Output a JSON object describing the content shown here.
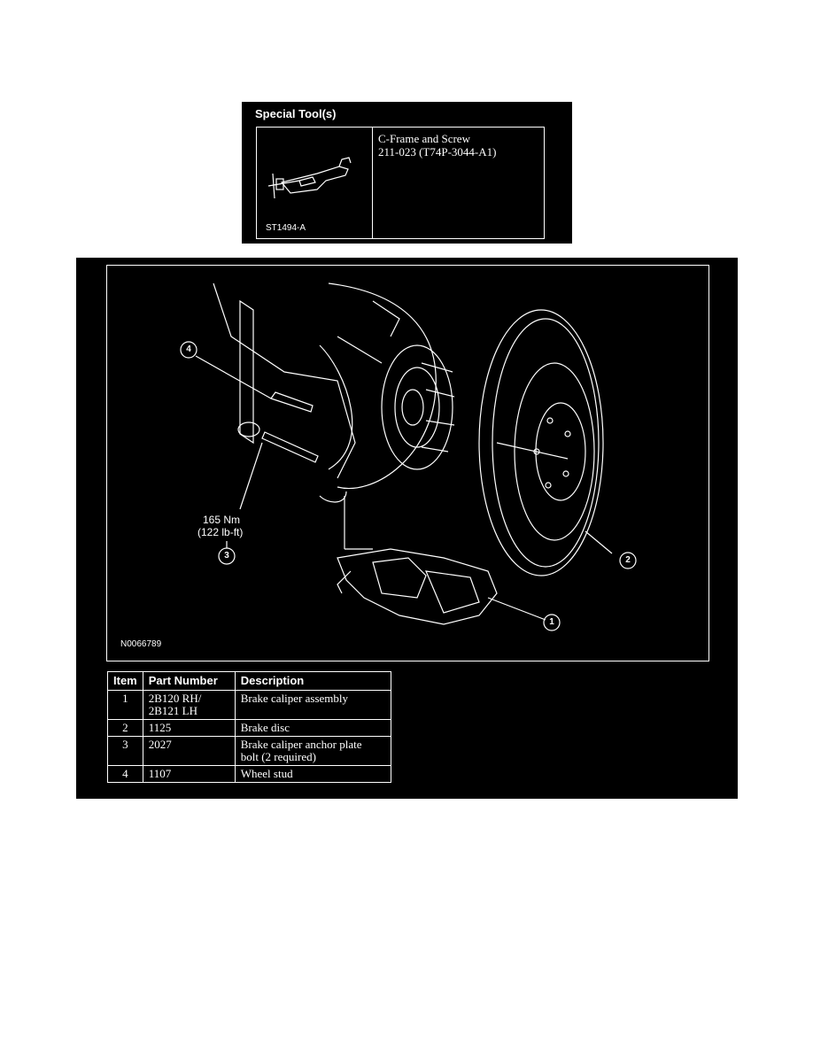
{
  "special_tools": {
    "title": "Special Tool(s)",
    "tool_description": "C-Frame and Screw\n211-023 (T74P-3044-A1)",
    "illustration_code": "ST1494-A"
  },
  "illustration": {
    "code": "N0066789",
    "torque_line1": "165 Nm",
    "torque_line2": "(122 lb-ft)",
    "callouts": [
      "1",
      "2",
      "3",
      "4"
    ]
  },
  "parts_table": {
    "headers": [
      "Item",
      "Part Number",
      "Description"
    ],
    "rows": [
      {
        "item": "1",
        "part": "2B120 RH/\n2B121 LH",
        "desc": "Brake caliper assembly"
      },
      {
        "item": "2",
        "part": "1125",
        "desc": "Brake disc"
      },
      {
        "item": "3",
        "part": "2027",
        "desc": "Brake caliper anchor plate\nbolt (2 required)"
      },
      {
        "item": "4",
        "part": "1107",
        "desc": "Wheel stud"
      }
    ]
  },
  "colors": {
    "panel_bg": "#000000",
    "line": "#ffffff",
    "page_bg": "#ffffff"
  }
}
